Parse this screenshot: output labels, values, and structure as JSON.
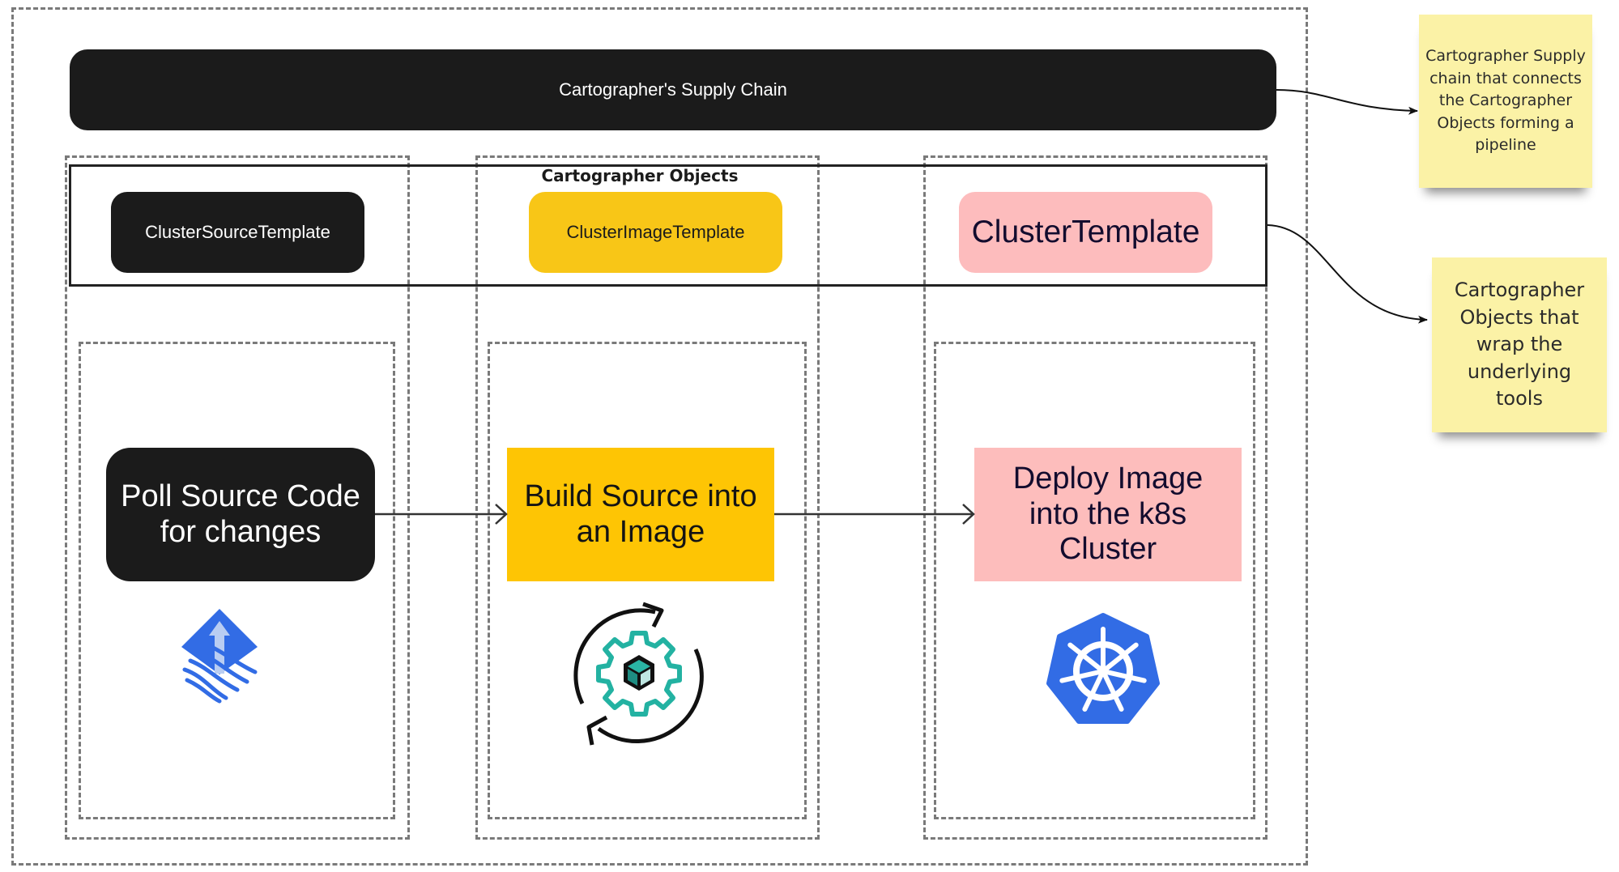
{
  "diagram": {
    "supply_chain": {
      "label": "Cartographer's Supply Chain",
      "color": "#1b1b1b"
    },
    "objects_group": {
      "title": "Cartographer Objects",
      "templates": [
        {
          "label": "ClusterSourceTemplate",
          "color": "#1b1b1b"
        },
        {
          "label": "ClusterImageTemplate",
          "color": "#f8c617"
        },
        {
          "label": "ClusterTemplate",
          "color": "#fdbcbd"
        }
      ]
    },
    "steps": [
      {
        "label": "Poll Source Code for changes",
        "icon": "flux-source-icon",
        "color": "#1b1b1b"
      },
      {
        "label": "Build Source into an Image",
        "icon": "gear-build-cycle-icon",
        "color": "#fec504"
      },
      {
        "label": "Deploy Image into the k8s Cluster",
        "icon": "kubernetes-icon",
        "color": "#fdbdbc"
      }
    ],
    "notes": [
      {
        "text": "Cartographer Supply chain that connects the Cartographer Objects forming a pipeline"
      },
      {
        "text": "Cartographer Objects that wrap the underlying tools"
      }
    ]
  }
}
